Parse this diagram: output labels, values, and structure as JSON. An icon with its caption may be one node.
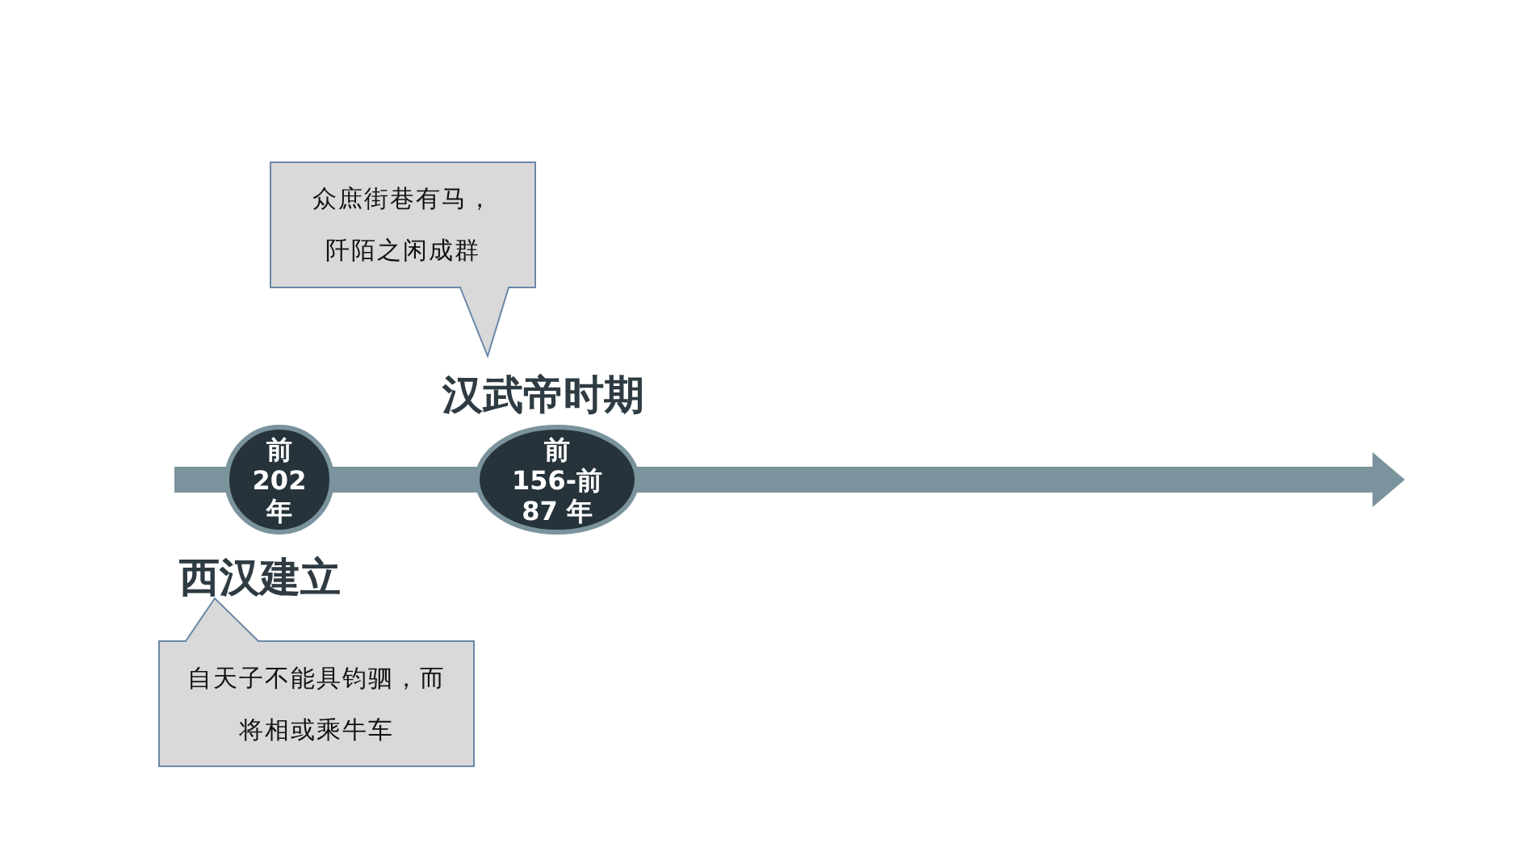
{
  "diagram": {
    "nodes": [
      {
        "text": [
          "众庶街巷有马，阡陌之闲成群"
        ]
      },
      {
        "text": [
          "前 202 年"
        ],
        "beside": [
          "西汉建立"
        ]
      },
      {
        "text": [
          "前 156-前 87 年"
        ],
        "beside": [
          "汉武帝时期"
        ]
      },
      {
        "text": [
          "自天子不能具钧驷，而将相或乘牛车"
        ]
      }
    ]
  }
}
